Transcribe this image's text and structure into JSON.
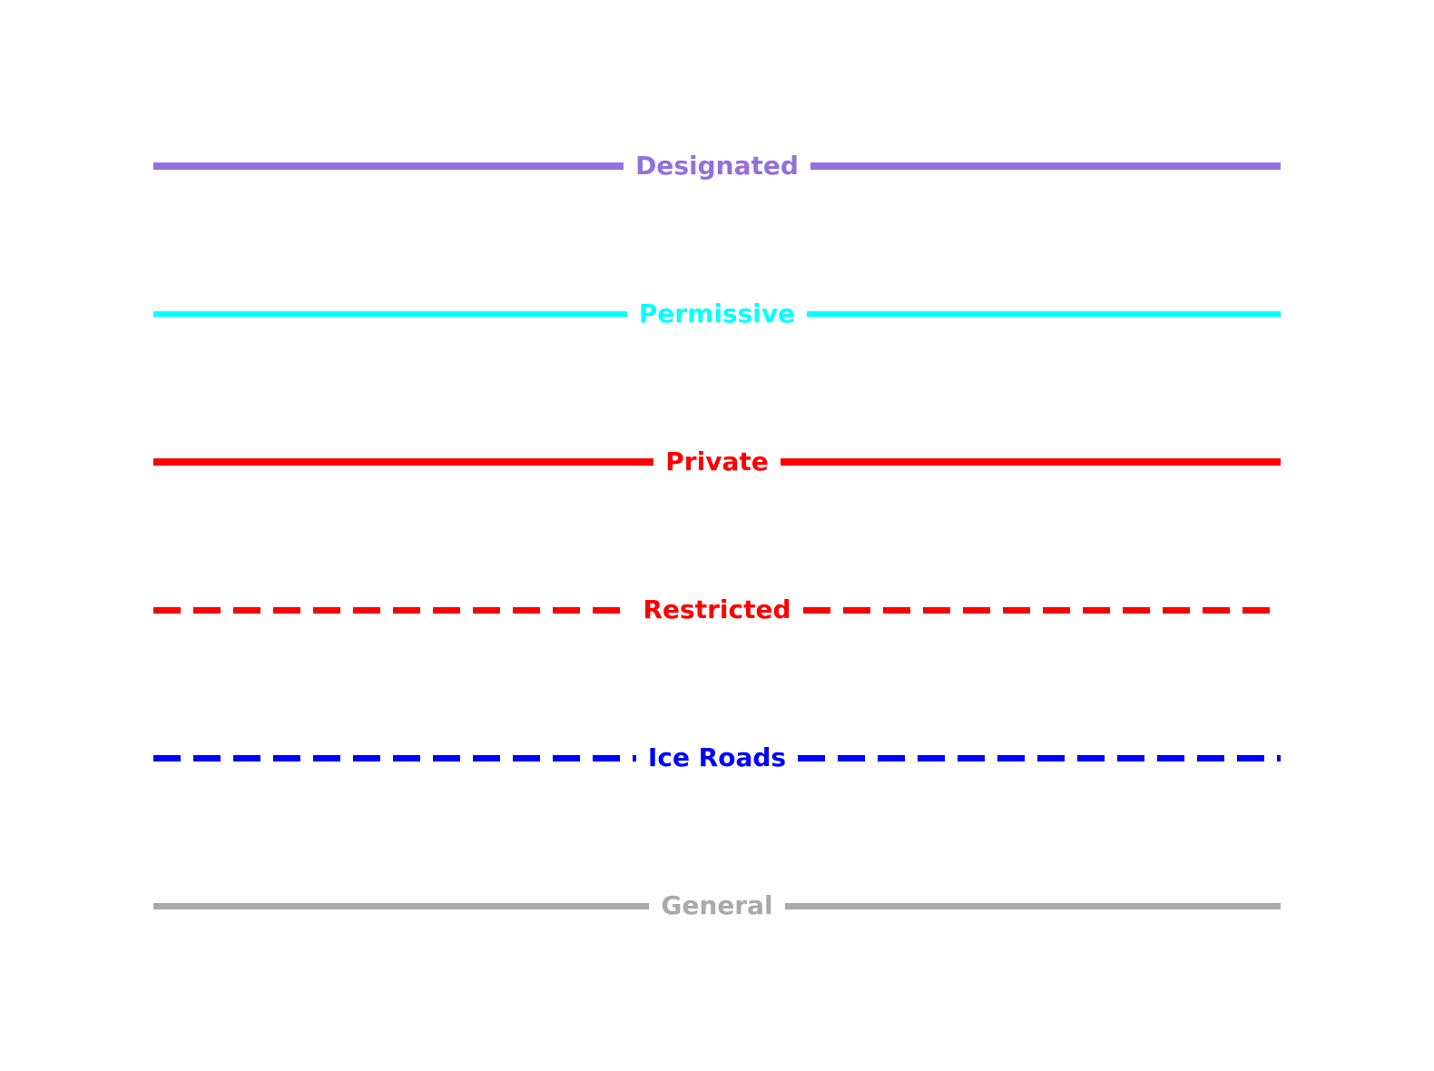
{
  "page": {
    "background": "#ffffff"
  },
  "legend": {
    "items": [
      {
        "label": "Designated",
        "color": "#9370DB",
        "style": "solid",
        "thickness": 8
      },
      {
        "label": "Permissive",
        "color": "#00FFFF",
        "style": "solid",
        "thickness": 6
      },
      {
        "label": "Private",
        "color": "#FF0000",
        "style": "solid",
        "thickness": 8
      },
      {
        "label": "Restricted",
        "color": "#FF0000",
        "style": "dashed",
        "thickness": 7
      },
      {
        "label": "Ice Roads",
        "color": "#0000FF",
        "style": "dashed",
        "thickness": 7
      },
      {
        "label": "General",
        "color": "#A9A9A9",
        "style": "solid",
        "thickness": 7
      }
    ]
  }
}
